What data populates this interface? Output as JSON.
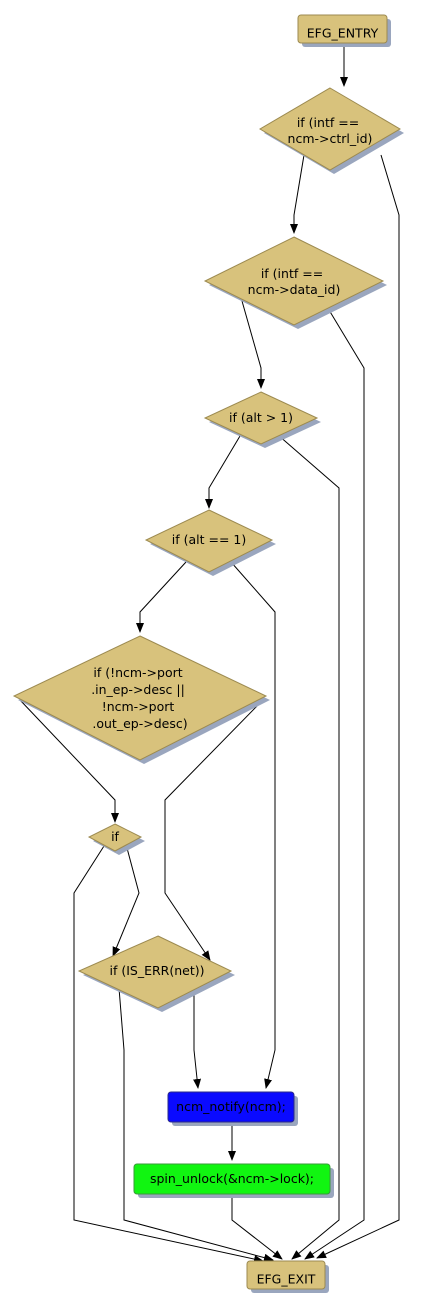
{
  "colors": {
    "node_fill": "#d8c27c",
    "node_stroke": "#9c8a50",
    "shadow": "#9aa6be",
    "edge": "#000000",
    "notify_fill": "#0a0aff",
    "unlock_fill": "#11f511"
  },
  "nodes": {
    "entry": "EFG_ENTRY",
    "ctrl": [
      "if (intf ==",
      "ncm->ctrl_id)"
    ],
    "data": [
      "if (intf ==",
      "ncm->data_id)"
    ],
    "alt_gt": "if (alt > 1)",
    "alt_eq": "if (alt == 1)",
    "port": [
      "if (!ncm->port",
      ".in_ep->desc ||",
      "!ncm->port",
      ".out_ep->desc)"
    ],
    "if_small": "if",
    "is_err": "if (IS_ERR(net))",
    "notify": "ncm_notify(ncm);",
    "unlock": "spin_unlock(&ncm->lock);",
    "exit": "EFG_EXIT"
  }
}
